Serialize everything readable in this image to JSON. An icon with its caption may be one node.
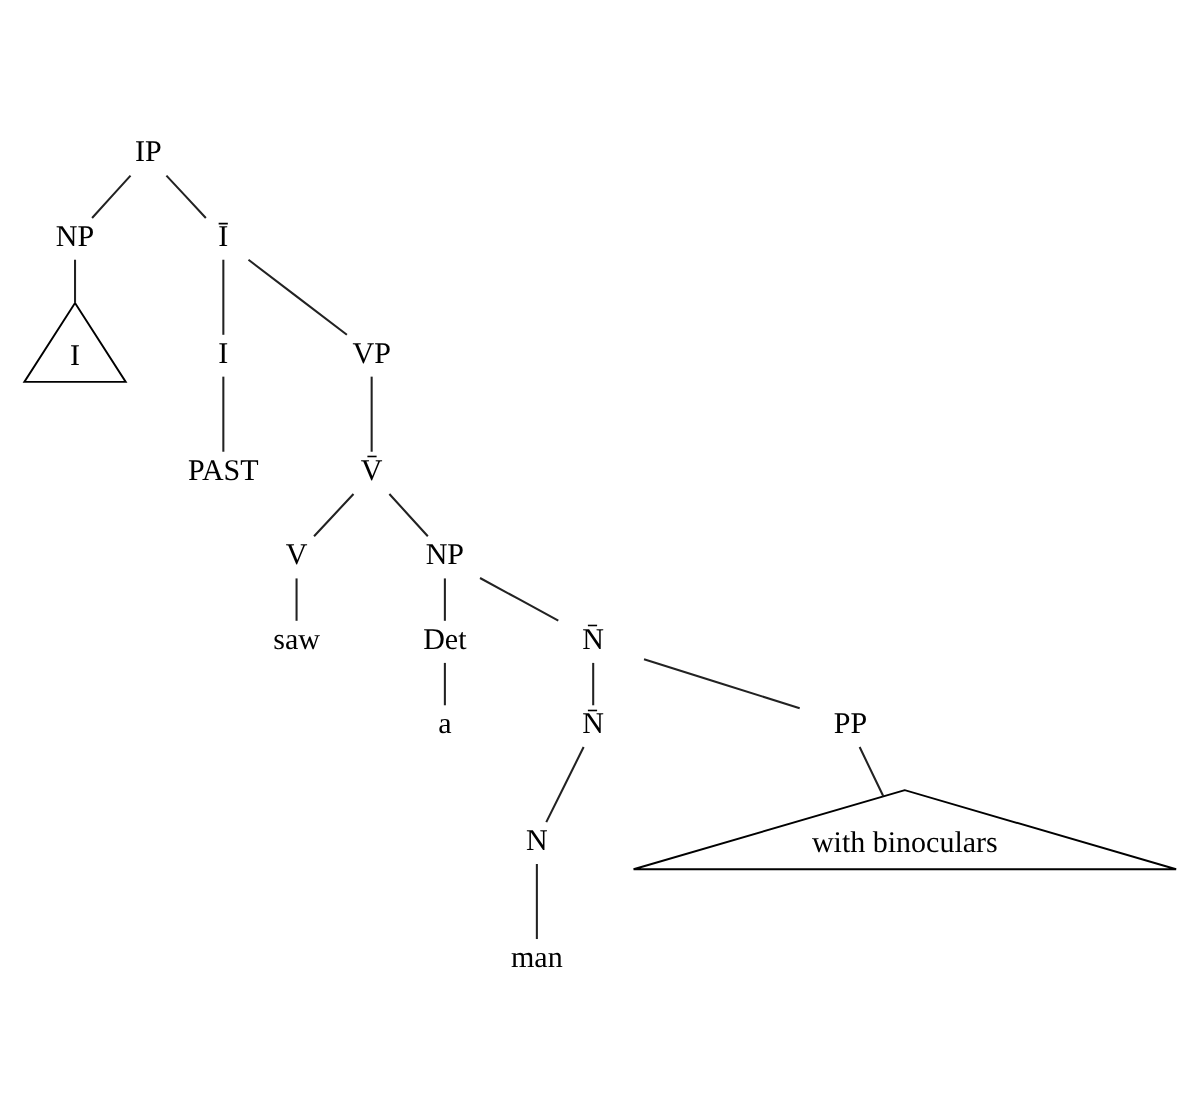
{
  "diagram": {
    "nodes": [
      {
        "text": [
          "IP"
        ]
      },
      {
        "text": [
          "NP"
        ]
      },
      {
        "text": [
          "I"
        ]
      },
      {
        "text": [
          "Ī"
        ]
      },
      {
        "text": [
          "I"
        ]
      },
      {
        "text": [
          "PAST"
        ]
      },
      {
        "text": [
          "VP"
        ]
      },
      {
        "text": [
          "V̄"
        ]
      },
      {
        "text": [
          "V"
        ]
      },
      {
        "text": [
          "saw"
        ]
      },
      {
        "text": [
          "NP"
        ]
      },
      {
        "text": [
          "Det"
        ]
      },
      {
        "text": [
          "a"
        ]
      },
      {
        "text": [
          "N̄"
        ]
      },
      {
        "text": [
          "N̄"
        ]
      },
      {
        "text": [
          "N"
        ]
      },
      {
        "text": [
          "man"
        ]
      },
      {
        "text": [
          "PP"
        ]
      },
      {
        "text": [
          "with binoculars"
        ]
      }
    ],
    "edges": [
      {
        "from": 0,
        "to": 1,
        "arrow": "none"
      },
      {
        "from": 0,
        "to": 3,
        "arrow": "none"
      },
      {
        "from": 1,
        "to": 2,
        "arrow": "none"
      },
      {
        "from": 3,
        "to": 4,
        "arrow": "none"
      },
      {
        "from": 3,
        "to": 6,
        "arrow": "none"
      },
      {
        "from": 4,
        "to": 5,
        "arrow": "none"
      },
      {
        "from": 6,
        "to": 7,
        "arrow": "none"
      },
      {
        "from": 7,
        "to": 8,
        "arrow": "none"
      },
      {
        "from": 7,
        "to": 10,
        "arrow": "none"
      },
      {
        "from": 8,
        "to": 9,
        "arrow": "none"
      },
      {
        "from": 10,
        "to": 11,
        "arrow": "none"
      },
      {
        "from": 10,
        "to": 13,
        "arrow": "none"
      },
      {
        "from": 11,
        "to": 12,
        "arrow": "none"
      },
      {
        "from": 13,
        "to": 14,
        "arrow": "none"
      },
      {
        "from": 13,
        "to": 17,
        "arrow": "none"
      },
      {
        "from": 14,
        "to": 15,
        "arrow": "none"
      },
      {
        "from": 15,
        "to": 16,
        "arrow": "none"
      },
      {
        "from": 17,
        "to": 18,
        "arrow": "none"
      }
    ]
  }
}
